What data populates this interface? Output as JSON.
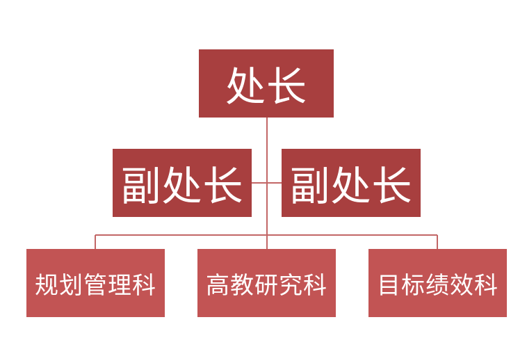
{
  "org_chart": {
    "top": {
      "title": "处长"
    },
    "deputies": [
      {
        "title": "副处长"
      },
      {
        "title": "副处长"
      }
    ],
    "departments": [
      {
        "name": "规划管理科"
      },
      {
        "name": "高教研究科"
      },
      {
        "name": "目标绩效科"
      }
    ]
  },
  "colors": {
    "box_dark": "#a83f3f",
    "box_mid": "#b84a4a",
    "box_light": "#c25454",
    "line": "#c26666",
    "text": "#ffffff",
    "background": "#ffffff"
  }
}
